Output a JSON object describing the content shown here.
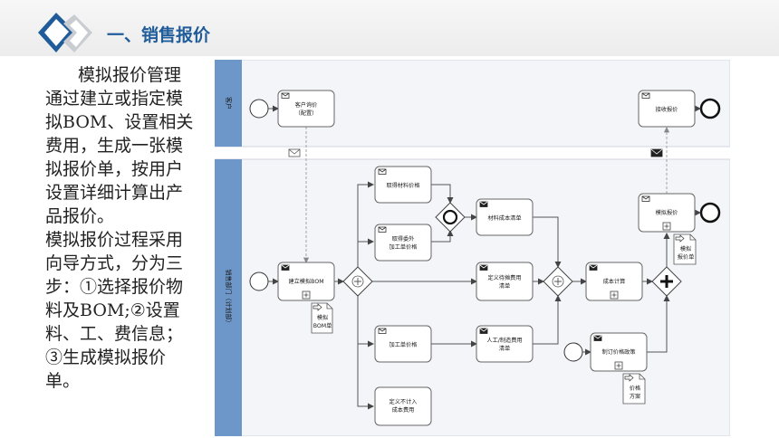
{
  "header": {
    "title": "一、销售报价"
  },
  "description": {
    "para1": "模拟报价管理通过建立或指定模拟BOM、设置相关费用，生成一张模拟报价单，按用户设置详细计算出产品报价。",
    "para2": "模拟报价过程采用向导方式，分为三步：①选择报价物料及BOM;②设置料、工、费信息；③生成模拟报价单。"
  },
  "diagram": {
    "lanes": {
      "top": "客户",
      "bottom": "销售部门（计划部）"
    },
    "tasks": {
      "customer_inquiry": [
        "客户询价",
        "（配置）"
      ],
      "receive_quote": "接收报价",
      "material_price": "取得材料价格",
      "outsource_price": [
        "取得委外",
        "加工单价格"
      ],
      "create_bom": "建立模拟BOM",
      "material_cost": "材料成本清单",
      "define_fee": [
        "定义待摊费用",
        "清单"
      ],
      "cost_calc": "成本计算",
      "simulate_quote": "模拟报价",
      "process_price": "加工单价格",
      "labor_fee": [
        "人工/制造费用",
        "清单"
      ],
      "pricing_policy": "制订价格政策",
      "non_cost_fee": [
        "定义不计入",
        "成本费用"
      ]
    },
    "documents": {
      "bom": [
        "模拟",
        "BOM单"
      ],
      "quote": [
        "模拟",
        "报价单"
      ],
      "price_plan": [
        "价格",
        "方案"
      ]
    }
  }
}
